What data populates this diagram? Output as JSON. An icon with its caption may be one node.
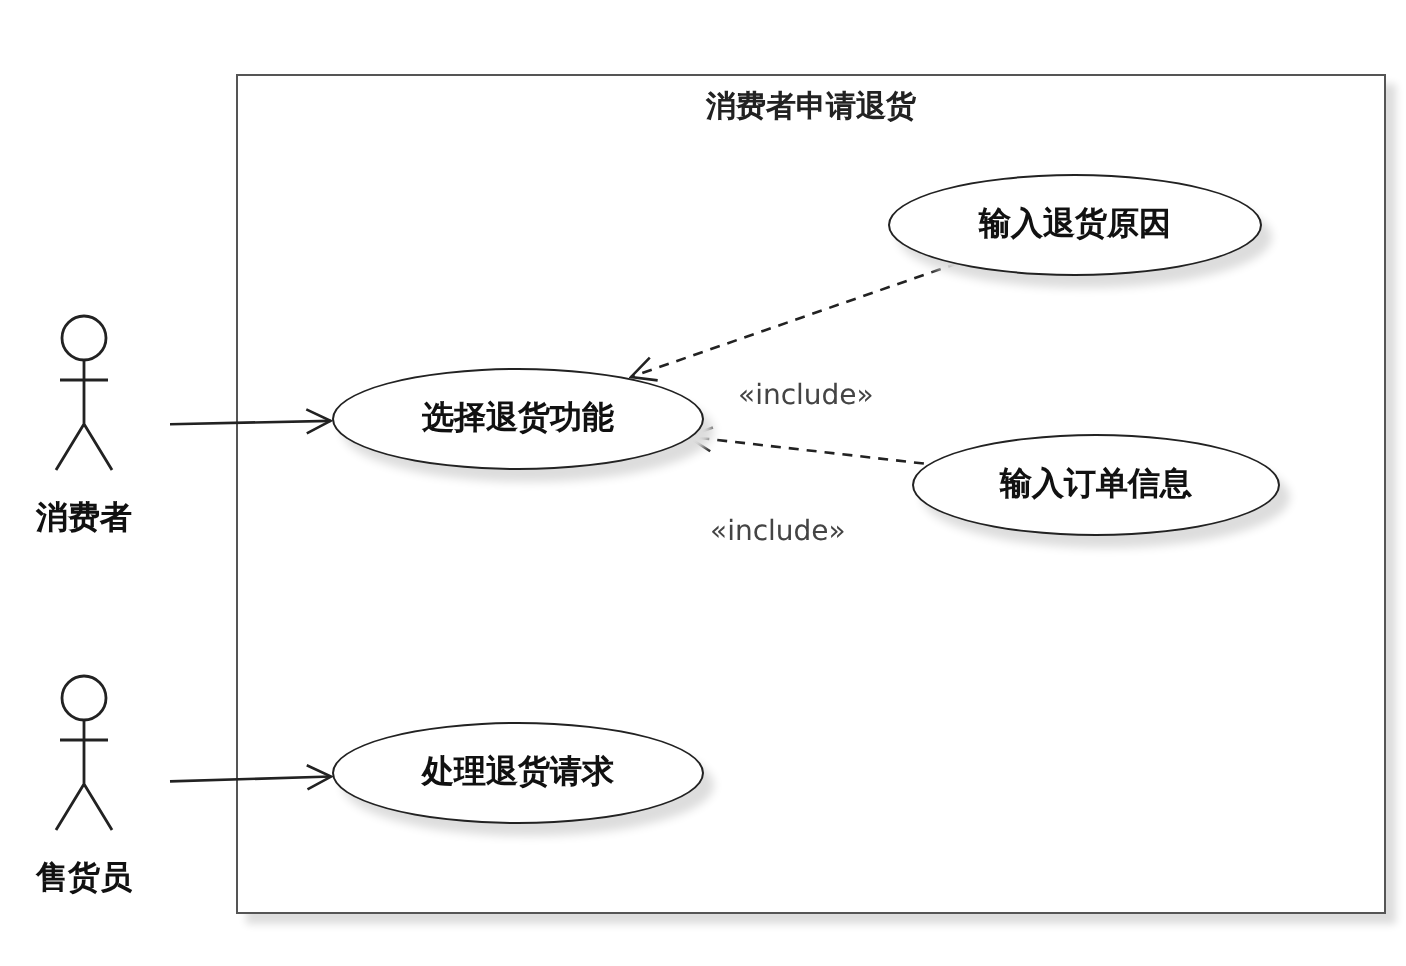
{
  "diagram": {
    "nodes": [
      {
        "text": [
          "消费者申请退货"
        ]
      },
      {
        "text": [
          "消费者"
        ]
      },
      {
        "text": [
          "选择退货功能"
        ],
        "in": 0
      },
      {
        "text": [
          "输入退货原因"
        ],
        "in": 0
      },
      {
        "text": [
          "输入订单信息"
        ],
        "in": 0
      },
      {
        "text": [
          "售货员"
        ]
      },
      {
        "text": [
          "处理退货请求"
        ],
        "in": 0
      }
    ],
    "edges": [
      {
        "from": 1,
        "to": 2,
        "arrow": "to"
      },
      {
        "from": 3,
        "to": 2,
        "arrow": "to",
        "style": "dashed",
        "label": "«include»"
      },
      {
        "from": 4,
        "to": 2,
        "arrow": "to",
        "style": "dashed",
        "label": "«include»"
      },
      {
        "from": 5,
        "to": 6,
        "arrow": "to"
      }
    ]
  }
}
